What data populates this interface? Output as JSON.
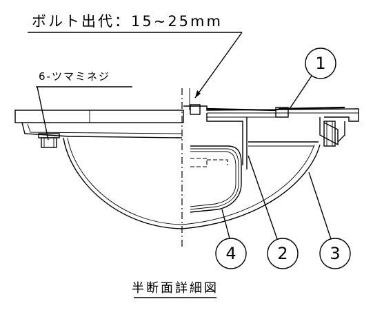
{
  "labels": {
    "bolt_length": "ボルト出代：15~25mm",
    "knob_screw": "6-ツマミネジ",
    "caption": "半断面詳細図"
  },
  "callouts": [
    "1",
    "2",
    "3",
    "4"
  ]
}
